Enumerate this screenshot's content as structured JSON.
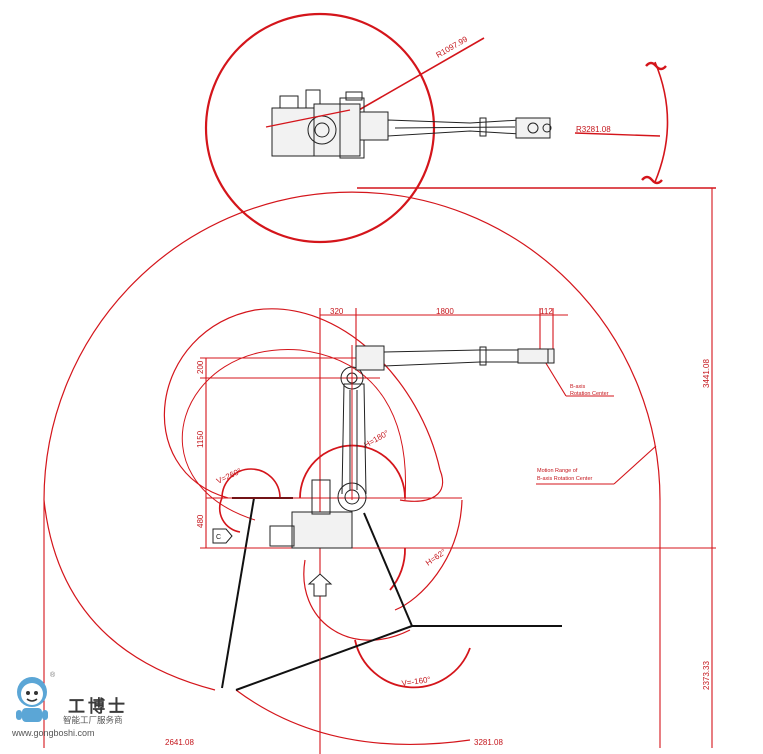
{
  "top_view": {
    "reach_radius_label": "R1097.99",
    "max_reach_label": "R3281.08"
  },
  "dimensions": {
    "d320": "320",
    "d1800": "1800",
    "d112": "112",
    "d200": "200",
    "d1150": "1150",
    "d480": "480",
    "d3441": "3441.08",
    "d2373": "2373.33",
    "d2641": "2641.08",
    "d3281": "3281.08"
  },
  "angles": {
    "v260": "V=260°",
    "h180": "H=180°",
    "h62": "H=62°",
    "vm160": "V=-160°"
  },
  "notes": {
    "baxis_line1": "B-axis",
    "baxis_line2": "Rotation Center",
    "motion_line1": "Motion Range of",
    "motion_line2": "B-axis Rotation Center"
  },
  "watermark": {
    "logo_text": "工博士",
    "tagline": "智能工厂服务商",
    "url": "www.gongboshi.com",
    "reg_mark": "®"
  },
  "colors": {
    "dimension_red": "#d4151b",
    "envelope_black": "#111111"
  }
}
